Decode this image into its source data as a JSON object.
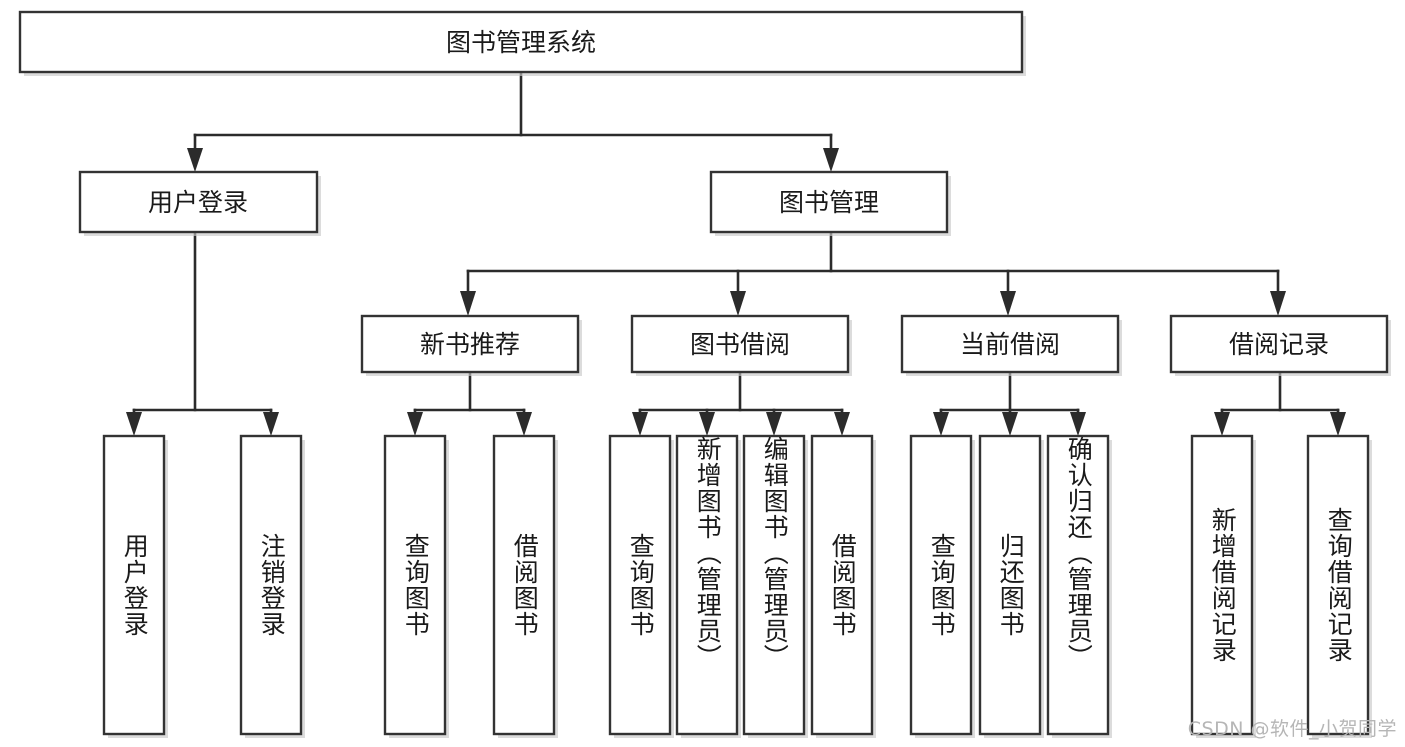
{
  "diagram": {
    "type": "tree",
    "title": "图书管理系统",
    "orientation": "top-down",
    "colors": {
      "box_stroke": "#333333",
      "box_fill": "#ffffff",
      "connector": "#2b2b2b",
      "text": "#1a1a1a",
      "watermark": "#b6b6b6",
      "background": "#ffffff"
    },
    "watermark": "CSDN @软件_小贺同学",
    "levels": {
      "root": {
        "label": "图书管理系统"
      },
      "level2": [
        {
          "label": "用户登录"
        },
        {
          "label": "图书管理"
        }
      ],
      "level3": [
        {
          "label": "新书推荐"
        },
        {
          "label": "图书借阅"
        },
        {
          "label": "当前借阅"
        },
        {
          "label": "借阅记录"
        }
      ]
    },
    "leaves": {
      "user_login": [
        {
          "label": "用户登录"
        },
        {
          "label": "注销登录"
        }
      ],
      "new_book_recommend": [
        {
          "label": "查询图书"
        },
        {
          "label": "借阅图书"
        }
      ],
      "book_borrow": [
        {
          "label": "查询图书"
        },
        {
          "label": "新增图书（管理员）"
        },
        {
          "label": "编辑图书（管理员）"
        },
        {
          "label": "借阅图书"
        }
      ],
      "current_borrow": [
        {
          "label": "查询图书"
        },
        {
          "label": "归还图书"
        },
        {
          "label": "确认归还（管理员）"
        }
      ],
      "borrow_record": [
        {
          "label": "新增借阅记录"
        },
        {
          "label": "查询借阅记录"
        }
      ]
    }
  }
}
